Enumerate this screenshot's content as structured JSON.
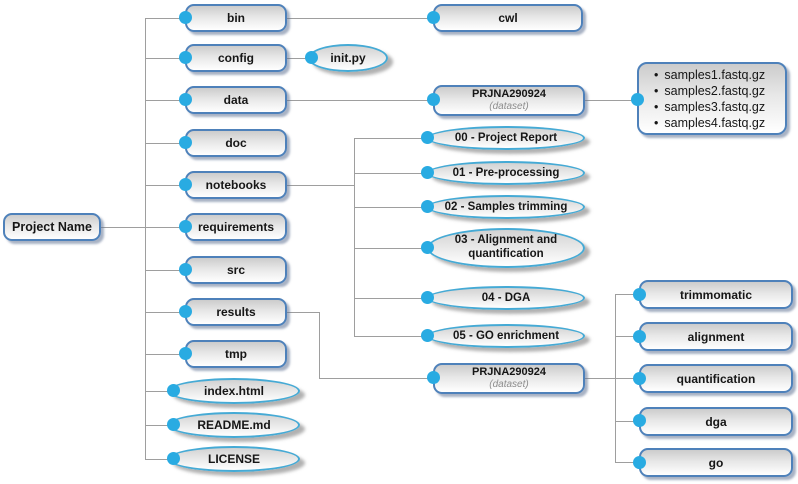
{
  "root": {
    "label": "Project Name"
  },
  "directories": [
    {
      "label": "bin"
    },
    {
      "label": "config"
    },
    {
      "label": "data"
    },
    {
      "label": "doc"
    },
    {
      "label": "notebooks"
    },
    {
      "label": "requirements"
    },
    {
      "label": "src"
    },
    {
      "label": "results"
    },
    {
      "label": "tmp"
    }
  ],
  "root_files": [
    {
      "label": "index.html"
    },
    {
      "label": "README.md"
    },
    {
      "label": "LICENSE"
    }
  ],
  "bin_children": [
    {
      "label": "cwl"
    }
  ],
  "config_files": [
    {
      "label": "init.py"
    }
  ],
  "data_dataset": {
    "label": "PRJNA290924",
    "sublabel": "(dataset)"
  },
  "samples": {
    "bullet": "•",
    "items": [
      "samples1.fastq.gz",
      "samples2.fastq.gz",
      "samples3.fastq.gz",
      "samples4.fastq.gz"
    ]
  },
  "notebooks_children": [
    {
      "label": "00 - Project Report"
    },
    {
      "label": "01 - Pre-processing"
    },
    {
      "label": "02 - Samples trimming"
    },
    {
      "label": "03 - Alignment and quantification"
    },
    {
      "label": "04 - DGA"
    },
    {
      "label": "05 - GO enrichment"
    }
  ],
  "results_dataset": {
    "label": "PRJNA290924",
    "sublabel": "(dataset)"
  },
  "results_children": [
    {
      "label": "trimmomatic"
    },
    {
      "label": "alignment"
    },
    {
      "label": "quantification"
    },
    {
      "label": "dga"
    },
    {
      "label": "go"
    }
  ],
  "colors": {
    "dot": "#29abe2",
    "box-border": "#4e81ba",
    "ellipse-border": "#45aad5",
    "line": "#9e9e9e"
  }
}
